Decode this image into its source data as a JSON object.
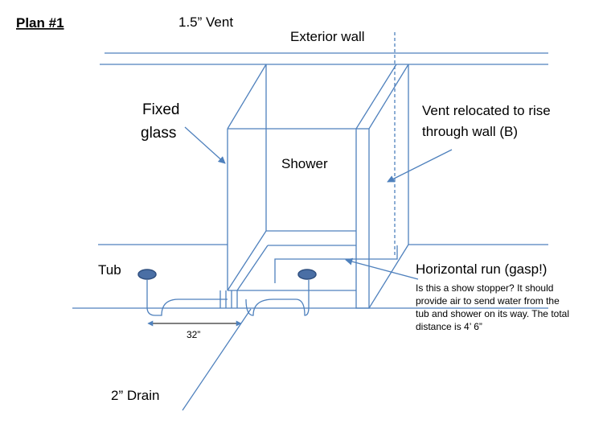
{
  "title": "Plan #1",
  "labels": {
    "vent": "1.5” Vent",
    "exterior_wall": "Exterior wall",
    "fixed_glass_line1": "Fixed",
    "fixed_glass_line2": "glass",
    "shower": "Shower",
    "vent_note_line1": "Vent relocated to rise",
    "vent_note_line2": "through wall (B)",
    "tub": "Tub",
    "horizontal_run": "Horizontal run (gasp!)",
    "note_line1": "Is this a show stopper? It should",
    "note_line2": "provide air to send water from the",
    "note_line3": "tub and shower on its way.  The total",
    "note_line4": "distance is 4’ 6”",
    "dimension": "32”",
    "drain": "2” Drain"
  },
  "colors": {
    "line": "#4f81bd",
    "drain_fill": "#4a6fa5",
    "text": "#000000"
  }
}
